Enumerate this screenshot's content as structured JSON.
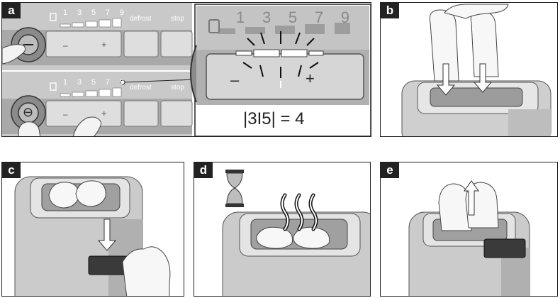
{
  "panels": {
    "a": {
      "label": "a",
      "scale_numbers": [
        "1",
        "3",
        "5",
        "7",
        "9"
      ],
      "defrost_label": "defrost",
      "stop_label": "stop",
      "minus_label": "–",
      "plus_label": "+",
      "minus_icon_label": "⊖",
      "zoom_numbers": [
        "1",
        "3",
        "5",
        "7",
        "9"
      ],
      "equation": "|3I5| = 4"
    },
    "b": {
      "label": "b"
    },
    "c": {
      "label": "c"
    },
    "d": {
      "label": "d"
    },
    "e": {
      "label": "e"
    }
  },
  "colors": {
    "panel_gray": "#b8b8b8",
    "dark_gray": "#6a6a6a",
    "light_gray": "#dcdcdc",
    "outline": "#222222"
  }
}
